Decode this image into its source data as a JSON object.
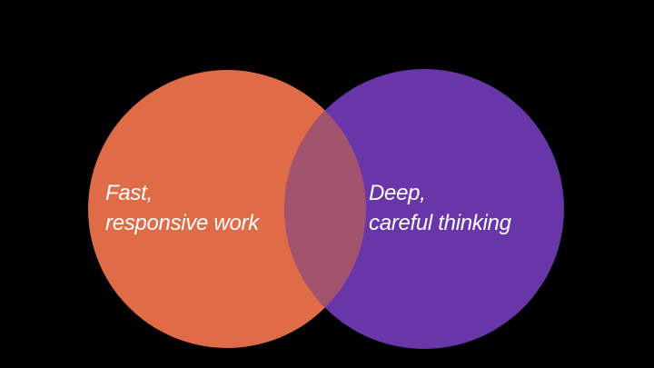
{
  "diagram": {
    "type": "venn",
    "background_color": "#000000",
    "sets": [
      {
        "id": "left",
        "label_lines": [
          "Fast,",
          "responsive work"
        ],
        "color": "#e06c47"
      },
      {
        "id": "right",
        "label_lines": [
          "Deep,",
          "careful thinking"
        ],
        "color": "#6836a8"
      }
    ],
    "overlap_color": "#a4536f",
    "label_color": "#ffffff"
  }
}
